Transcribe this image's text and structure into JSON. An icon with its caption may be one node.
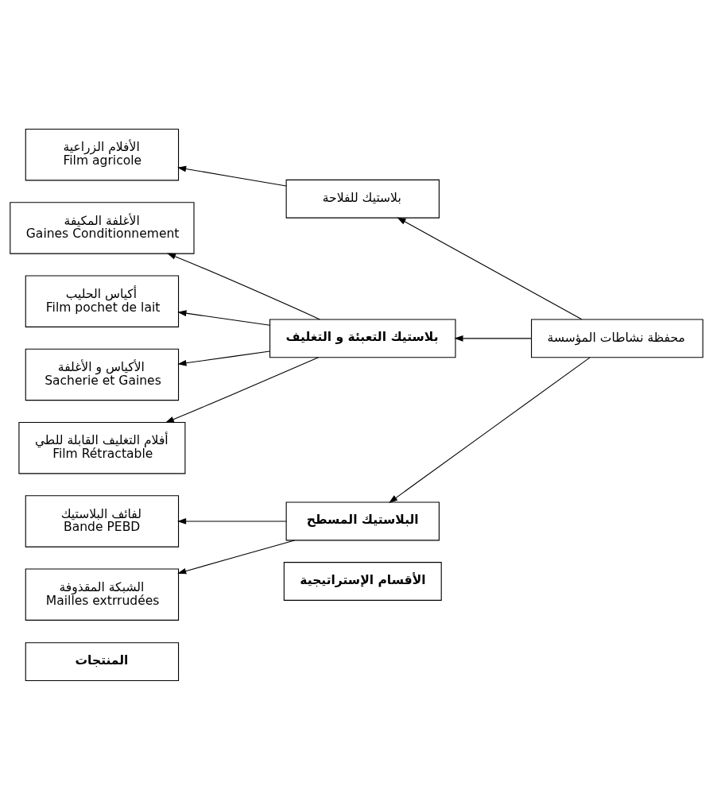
{
  "diagram": {
    "nodes": [
      {
        "text": [
          "المنتجات"
        ]
      },
      {
        "text": [
          "الأقسام الإستراتيجية"
        ]
      },
      {
        "text": [
          "الأفلام الزراعية",
          "Film agricole"
        ]
      },
      {
        "text": [
          "الأغلفة المكيفة",
          "Gaines Conditionnement"
        ]
      },
      {
        "text": [
          "أكياس الحليب",
          "Film pochet de lait"
        ]
      },
      {
        "text": [
          "الأكياس و الأغلفة",
          "Sacherie et Gaines"
        ]
      },
      {
        "text": [
          "أفلام التغليف القابلة للطي",
          "Film Rétractable"
        ]
      },
      {
        "text": [
          "لفائف البلاستيك",
          "Bande PEBD"
        ]
      },
      {
        "text": [
          "الشبكة المقذوفة",
          "Mailles extrrudées"
        ]
      },
      {
        "text": [
          "بلاستيك للفلاحة"
        ]
      },
      {
        "text": [
          "بلاستيك التعبئة و التغليف"
        ]
      },
      {
        "text": [
          "البلاستيك المسطح"
        ]
      },
      {
        "text": [
          "محفظة نشاطات المؤسسة"
        ]
      }
    ],
    "edges": [
      {
        "from": 12,
        "to": 9,
        "arrow": "to"
      },
      {
        "from": 12,
        "to": 10,
        "arrow": "to"
      },
      {
        "from": 12,
        "to": 11,
        "arrow": "to"
      },
      {
        "from": 9,
        "to": 2,
        "arrow": "to"
      },
      {
        "from": 10,
        "to": 3,
        "arrow": "to"
      },
      {
        "from": 10,
        "to": 4,
        "arrow": "to"
      },
      {
        "from": 10,
        "to": 5,
        "arrow": "to"
      },
      {
        "from": 10,
        "to": 6,
        "arrow": "to"
      },
      {
        "from": 11,
        "to": 7,
        "arrow": "to"
      },
      {
        "from": 11,
        "to": 8,
        "arrow": "to"
      }
    ]
  }
}
